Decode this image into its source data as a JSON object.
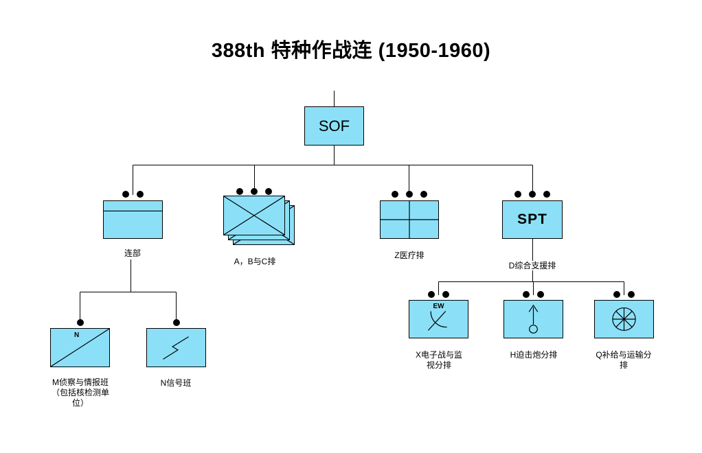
{
  "title": "388th 特种作战连  (1950-1960)",
  "colors": {
    "box_fill": "#8BE0F7",
    "line_color": "#000000",
    "dot_color": "#000000"
  },
  "root": {
    "label": "SOF"
  },
  "level2": {
    "hq": {
      "caption": "连部",
      "dots": 2,
      "icon": "hq-horizontal-bar"
    },
    "abc": {
      "caption": "A，B与C排",
      "dots": 3,
      "icon": "infantry-diagonal-cross",
      "stacked_boxes": 3
    },
    "medical": {
      "caption": "Z医疗排",
      "dots": 3,
      "icon": "medical-cross"
    },
    "support": {
      "label": "SPT",
      "caption": "D综合支援排",
      "dots": 3
    }
  },
  "hq_children": {
    "recon": {
      "box_text": "N",
      "caption": "M侦察与情报班\n（包括核检测单\n位）",
      "dots": 1,
      "icon": "recon-diagonal-slash"
    },
    "signal": {
      "caption": "N信号班",
      "dots": 1,
      "icon": "signal-zigzag"
    }
  },
  "support_children": {
    "ew": {
      "box_text": "EW",
      "caption": "X电子战与监\n视分排",
      "dots": 2,
      "icon": "radar-dish"
    },
    "mortar": {
      "caption": "H迫击炮分排",
      "dots": 2,
      "icon": "mortar-arrow-circle"
    },
    "supply": {
      "caption": "Q补给与运输分\n排",
      "dots": 2,
      "icon": "spoked-wheel"
    }
  }
}
